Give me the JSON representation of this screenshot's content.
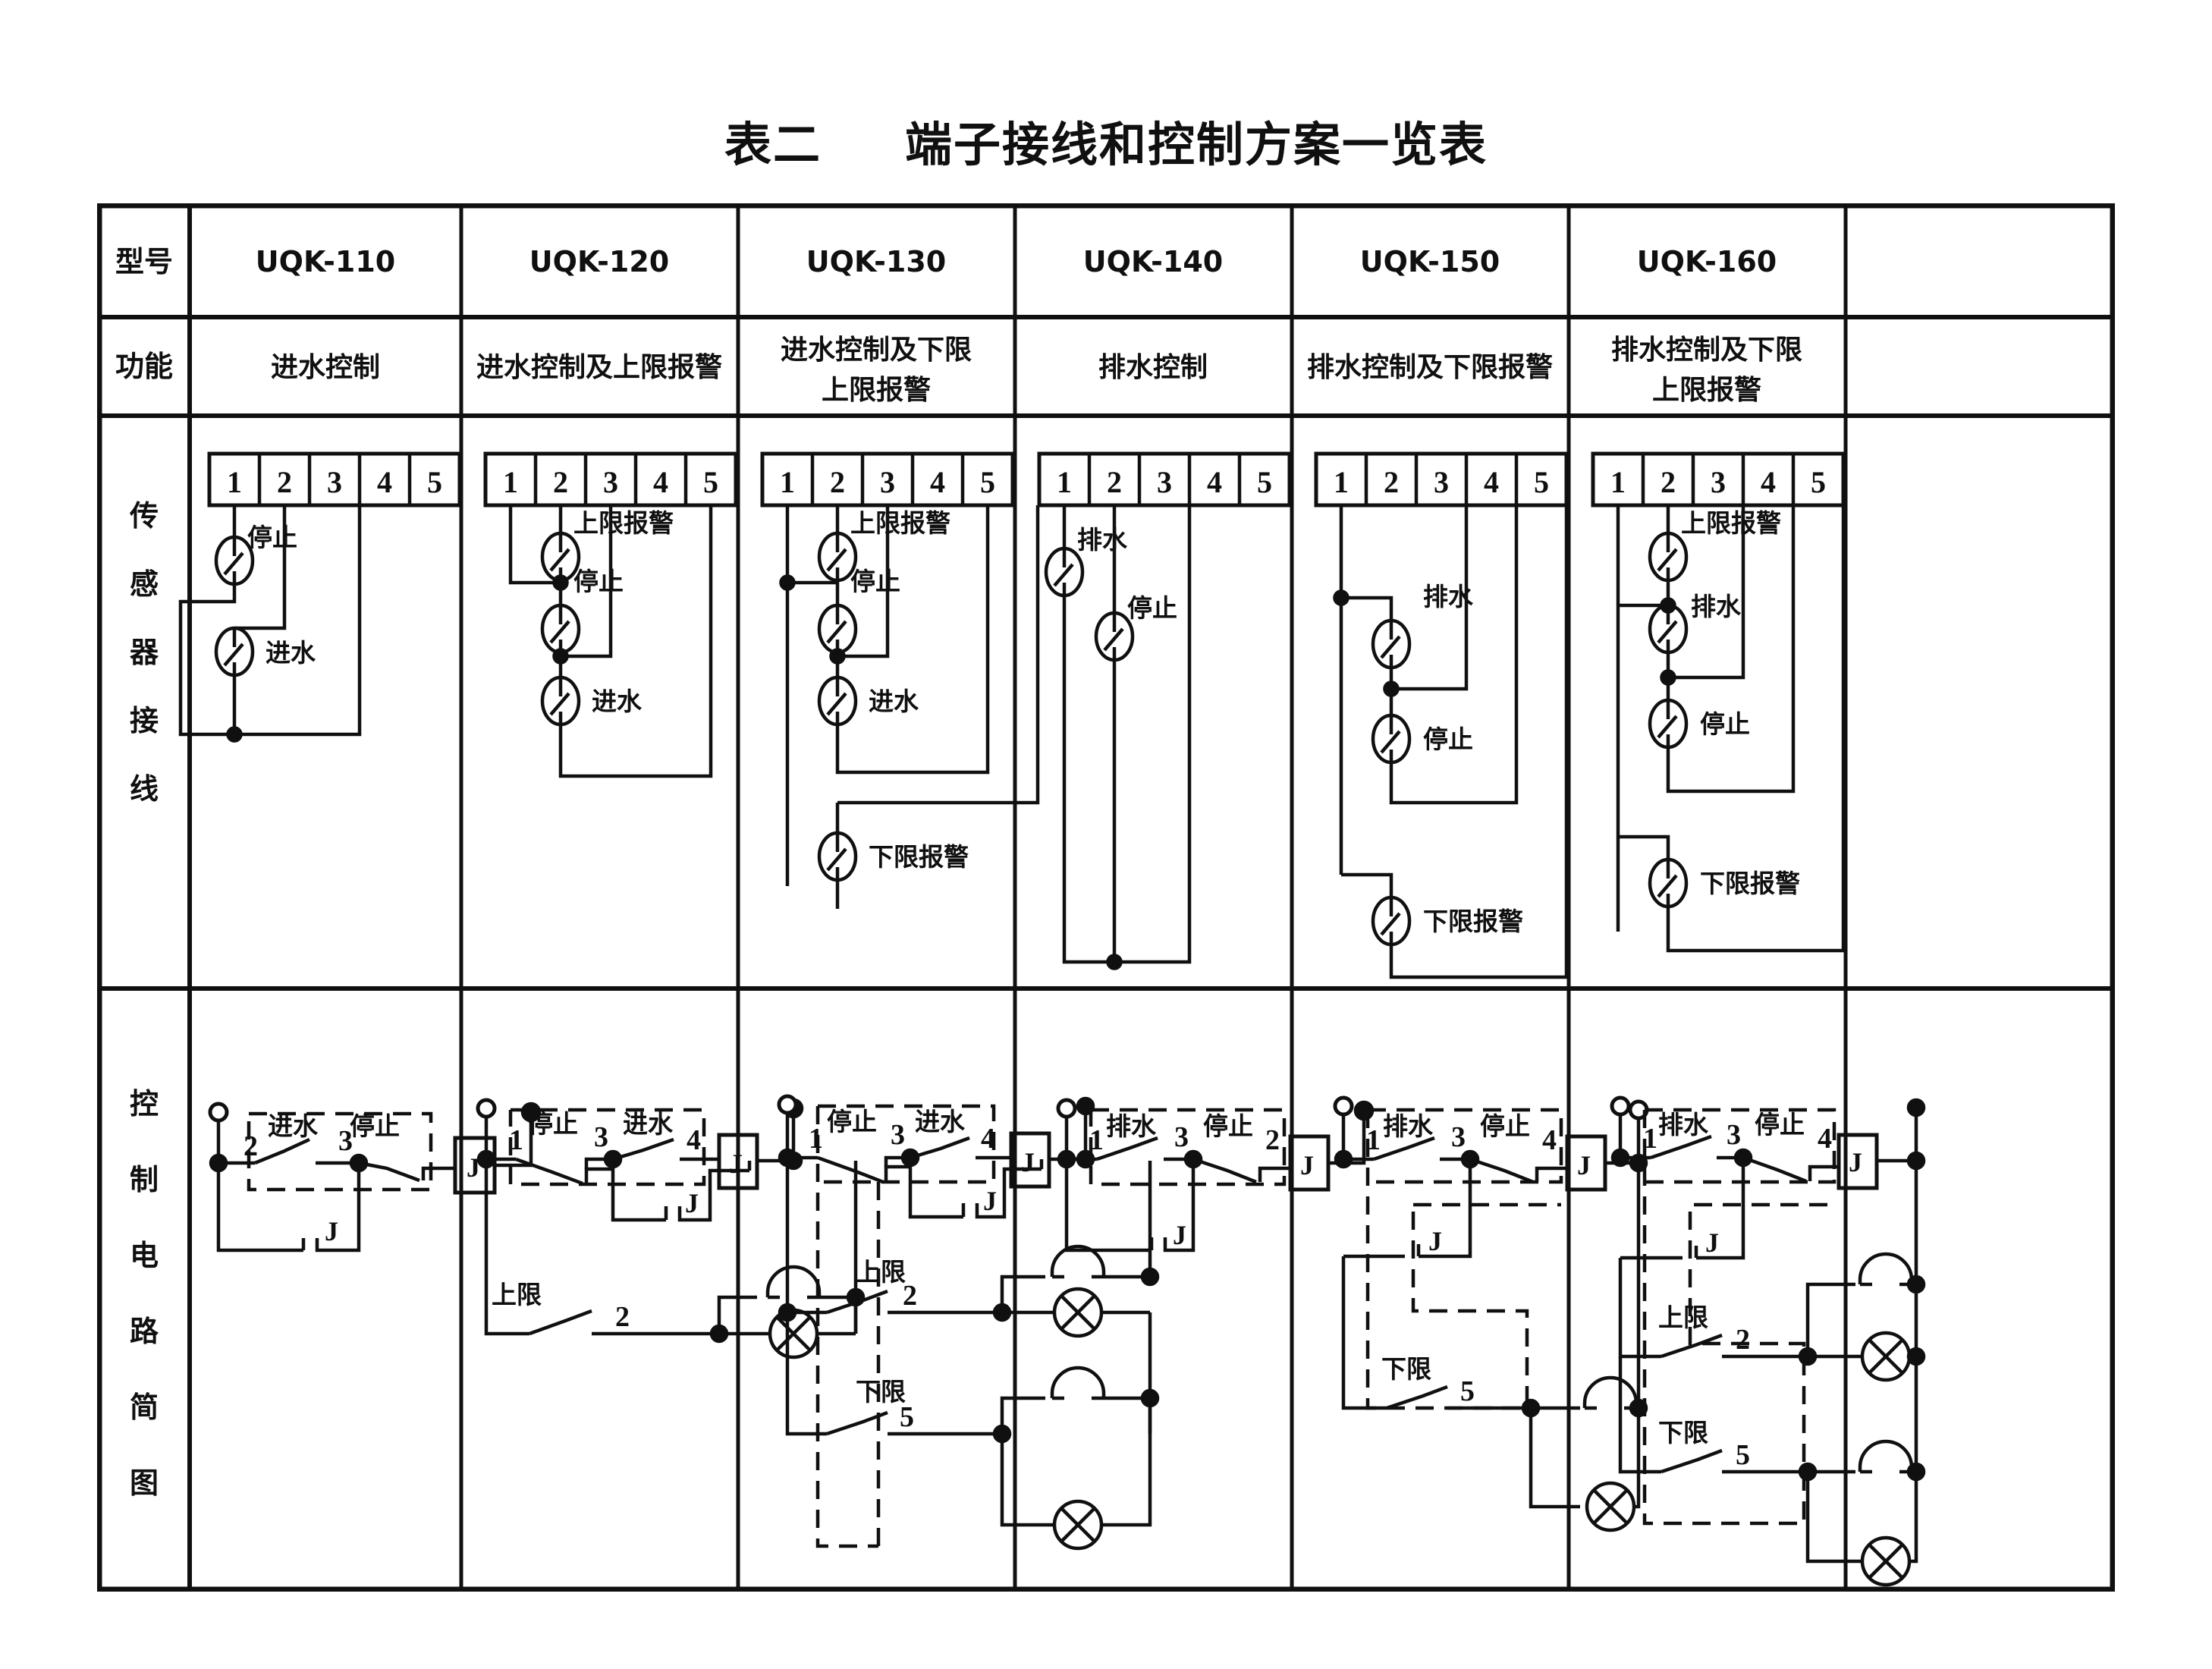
{
  "title": {
    "prefix": "表二",
    "main": "端子接线和控制方案一览表"
  },
  "table": {
    "row_headers": {
      "model": "型号",
      "function": "功能",
      "sensor_wiring": "传感器接线",
      "control_circuit": "控制电路简图"
    },
    "columns": [
      {
        "model": "UQK-110",
        "function": "进水控制"
      },
      {
        "model": "UQK-120",
        "function": "进水控制及上限报警"
      },
      {
        "model": "UQK-130",
        "function": "进水控制及下限\n上限报警"
      },
      {
        "model": "UQK-140",
        "function": "排水控制"
      },
      {
        "model": "UQK-150",
        "function": "排水控制及下限报警"
      },
      {
        "model": "UQK-160",
        "function": "排水控制及下限\n上限报警"
      }
    ]
  },
  "terminal_numbers": [
    "1",
    "2",
    "3",
    "4",
    "5"
  ],
  "labels": {
    "stop": "停止",
    "inlet": "进水",
    "drain": "排水",
    "upper_alarm": "上限报警",
    "lower_alarm": "下限报警",
    "upper": "上限",
    "lower": "下限",
    "relay": "J"
  },
  "chart_data": {
    "type": "table",
    "title": "表二　端子接线和控制方案一览表",
    "sensor_wiring": [
      {
        "model": "UQK-110",
        "terminals": [
          "1",
          "2",
          "3",
          "4",
          "5"
        ],
        "contacts": [
          {
            "name": "停止",
            "between": [
              "1",
              "2"
            ]
          },
          {
            "name": "进水",
            "between": [
              "2",
              "3"
            ]
          }
        ]
      },
      {
        "model": "UQK-120",
        "terminals": [
          "1",
          "2",
          "3",
          "4",
          "5"
        ],
        "contacts": [
          {
            "name": "上限报警",
            "between": [
              "2",
              "1"
            ]
          },
          {
            "name": "停止",
            "between": [
              "1",
              "3"
            ]
          },
          {
            "name": "进水",
            "between": [
              "3",
              "4"
            ]
          }
        ]
      },
      {
        "model": "UQK-130",
        "terminals": [
          "1",
          "2",
          "3",
          "4",
          "5"
        ],
        "contacts": [
          {
            "name": "上限报警",
            "between": [
              "2",
              "1"
            ]
          },
          {
            "name": "停止",
            "between": [
              "1",
              "3"
            ]
          },
          {
            "name": "进水",
            "between": [
              "3",
              "4"
            ]
          },
          {
            "name": "下限报警",
            "between": [
              "1",
              "5"
            ]
          }
        ]
      },
      {
        "model": "UQK-140",
        "terminals": [
          "1",
          "2",
          "3",
          "4",
          "5"
        ],
        "contacts": [
          {
            "name": "排水",
            "between": [
              "1",
              "3"
            ]
          },
          {
            "name": "停止",
            "between": [
              "2",
              "3"
            ]
          }
        ]
      },
      {
        "model": "UQK-150",
        "terminals": [
          "1",
          "2",
          "3",
          "4",
          "5"
        ],
        "contacts": [
          {
            "name": "排水",
            "between": [
              "1",
              "3"
            ]
          },
          {
            "name": "停止",
            "between": [
              "3",
              "4"
            ]
          },
          {
            "name": "下限报警",
            "between": [
              "1",
              "5"
            ]
          }
        ]
      },
      {
        "model": "UQK-160",
        "terminals": [
          "1",
          "2",
          "3",
          "4",
          "5"
        ],
        "contacts": [
          {
            "name": "上限报警",
            "between": [
              "2",
              "1"
            ]
          },
          {
            "name": "排水",
            "between": [
              "1",
              "3"
            ]
          },
          {
            "name": "停止",
            "between": [
              "3",
              "4"
            ]
          },
          {
            "name": "下限报警",
            "between": [
              "1",
              "5"
            ]
          }
        ]
      }
    ],
    "control_circuits": [
      {
        "model": "UQK-110",
        "switches": [
          {
            "label": "进水",
            "from": "2",
            "to": "3",
            "type": "NO"
          },
          {
            "label": "停止",
            "from": "3",
            "to": "",
            "type": "NC"
          }
        ],
        "relay": "J",
        "holding_contact": "J",
        "alarms": []
      },
      {
        "model": "UQK-120",
        "switches": [
          {
            "label": "停止",
            "from": "1",
            "to": "3",
            "type": "NC"
          },
          {
            "label": "进水",
            "from": "3",
            "to": "4",
            "type": "NO"
          }
        ],
        "relay": "J",
        "holding_contact": "J",
        "alarms": [
          {
            "label": "上限",
            "terminal": "2",
            "devices": [
              "bell",
              "lamp"
            ]
          }
        ]
      },
      {
        "model": "UQK-130",
        "switches": [
          {
            "label": "停止",
            "from": "1",
            "to": "3",
            "type": "NC"
          },
          {
            "label": "进水",
            "from": "3",
            "to": "4",
            "type": "NO"
          }
        ],
        "relay": "J",
        "holding_contact": "J",
        "alarms": [
          {
            "label": "上限",
            "terminal": "2",
            "devices": [
              "bell",
              "lamp"
            ]
          },
          {
            "label": "下限",
            "terminal": "5",
            "devices": [
              "bell",
              "lamp"
            ]
          }
        ]
      },
      {
        "model": "UQK-140",
        "switches": [
          {
            "label": "排水",
            "from": "1",
            "to": "3",
            "type": "NO"
          },
          {
            "label": "停止",
            "from": "3",
            "to": "2",
            "type": "NC"
          }
        ],
        "relay": "J",
        "holding_contact": "J",
        "alarms": []
      },
      {
        "model": "UQK-150",
        "switches": [
          {
            "label": "排水",
            "from": "1",
            "to": "3",
            "type": "NO"
          },
          {
            "label": "停止",
            "from": "3",
            "to": "4",
            "type": "NC"
          }
        ],
        "relay": "J",
        "holding_contact": "J",
        "alarms": [
          {
            "label": "下限",
            "terminal": "5",
            "devices": [
              "bell",
              "lamp"
            ]
          }
        ]
      },
      {
        "model": "UQK-160",
        "switches": [
          {
            "label": "排水",
            "from": "1",
            "to": "3",
            "type": "NO"
          },
          {
            "label": "停止",
            "from": "3",
            "to": "4",
            "type": "NC"
          }
        ],
        "relay": "J",
        "holding_contact": "J",
        "alarms": [
          {
            "label": "上限",
            "terminal": "2",
            "devices": [
              "bell",
              "lamp"
            ]
          },
          {
            "label": "下限",
            "terminal": "5",
            "devices": [
              "bell",
              "lamp"
            ]
          }
        ]
      }
    ]
  }
}
